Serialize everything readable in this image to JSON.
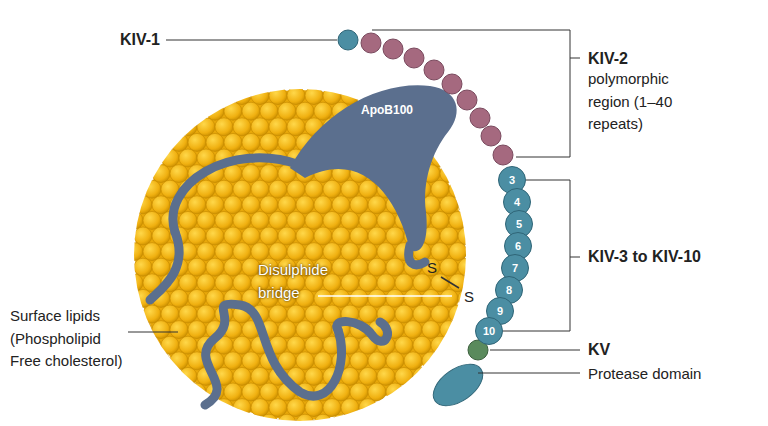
{
  "diagram": {
    "nodes": [
      {
        "text": [
          "3"
        ]
      },
      {
        "text": [
          "4"
        ]
      },
      {
        "text": [
          "5"
        ]
      },
      {
        "text": [
          "6"
        ]
      },
      {
        "text": [
          "7"
        ]
      },
      {
        "text": [
          "8"
        ]
      },
      {
        "text": [
          "9"
        ]
      },
      {
        "text": [
          "10"
        ]
      }
    ],
    "labels": [
      "KIV-1",
      "KIV-2",
      "polymorphic region (1–40 repeats)",
      "KIV-3 to KIV-10",
      "KV",
      "Protease domain",
      "ApoB100",
      "Disulphide bridge",
      "S",
      "S",
      "Surface lipids (Phospholipid Free cholesterol)"
    ]
  }
}
